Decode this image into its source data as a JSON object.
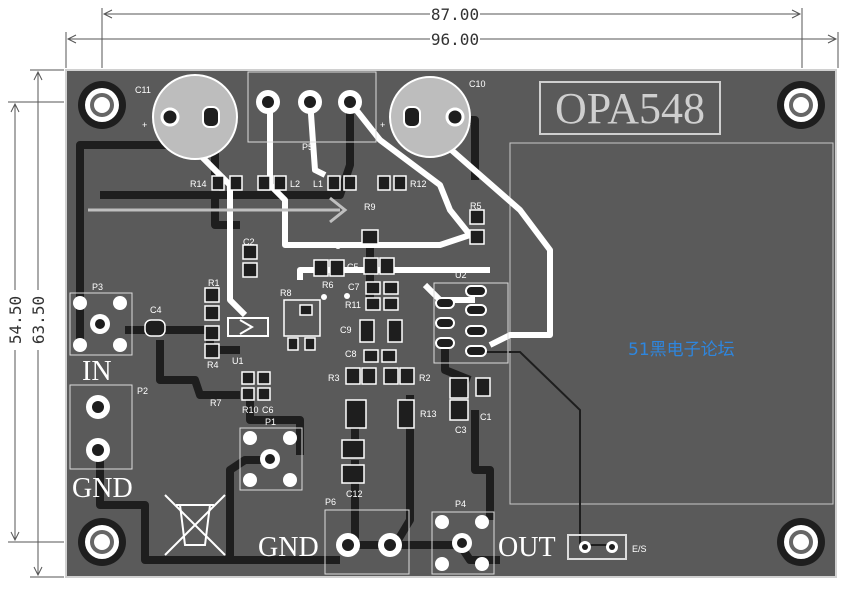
{
  "dimensions": {
    "top1": "87.00",
    "top2": "96.00",
    "left1": "54.50",
    "left2": "63.50"
  },
  "board": {
    "title": "OPA548",
    "label_in": "IN",
    "label_gnd_left": "GND",
    "label_gnd_bottom": "GND",
    "label_out": "OUT",
    "label_es": "E/S",
    "watermark": "51黑电子论坛",
    "colors": {
      "board": "#5a5a5a",
      "trace": "#1e1e1e",
      "trace_top": "#ffffff",
      "silk": "#ffffff",
      "watermark": "#2e86de",
      "outline": "#bdbdbd"
    },
    "refs": {
      "C11": "C11",
      "C10": "C10",
      "P5": "P5",
      "R14": "R14",
      "L2": "L2",
      "L1": "L1",
      "R12": "R12",
      "R9": "R9",
      "R5": "R5",
      "C2": "C2",
      "C5": "C5",
      "R1": "R1",
      "R8": "R8",
      "R6": "R6",
      "C7": "C7",
      "R11": "R11",
      "P3": "P3",
      "C4": "C4",
      "C9": "C9",
      "U2": "U2",
      "C8": "C8",
      "R4": "R4",
      "U1": "U1",
      "R3": "R3",
      "R2": "R2",
      "R7": "R7",
      "R10": "R10",
      "C6": "C6",
      "P2": "P2",
      "P1": "P1",
      "R13": "R13",
      "C3": "C3",
      "C1": "C1",
      "C12": "C12",
      "P6": "P6",
      "P4": "P4"
    }
  }
}
